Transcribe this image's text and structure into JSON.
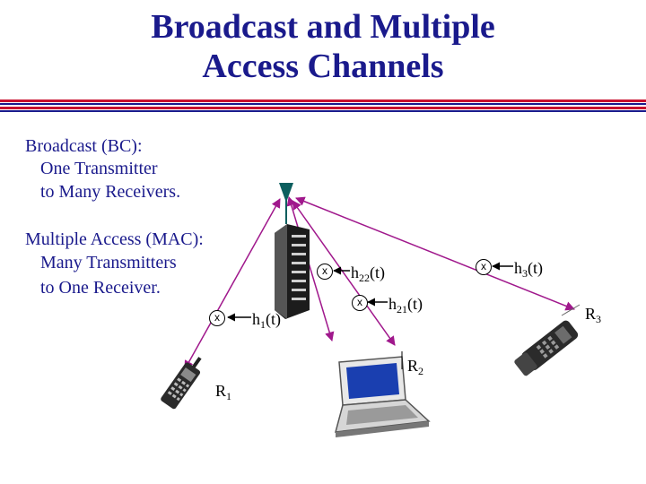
{
  "title": {
    "line1": "Broadcast and Multiple",
    "line2": "Access Channels"
  },
  "text": {
    "bc_heading": "Broadcast (BC):",
    "bc_line1": "One Transmitter",
    "bc_line2": "to Many Receivers.",
    "mac_heading": "Multiple Access (MAC):",
    "mac_line1": "Many Transmitters",
    "mac_line2": "to One Receiver."
  },
  "mixer_symbol": "x",
  "channels": {
    "h1": {
      "base": "h",
      "sub": "1",
      "suffix": "(t)"
    },
    "h22": {
      "base": "h",
      "sub": "22",
      "suffix": "(t)"
    },
    "h21": {
      "base": "h",
      "sub": "21",
      "suffix": "(t)"
    },
    "h3": {
      "base": "h",
      "sub": "3",
      "suffix": "(t)"
    }
  },
  "receivers": {
    "r1": {
      "base": "R",
      "sub": "1"
    },
    "r2": {
      "base": "R",
      "sub": "2"
    },
    "r3": {
      "base": "R",
      "sub": "3"
    }
  },
  "colors": {
    "title": "#1a1a8c",
    "link": "#a0188c",
    "rule_red": "#c8102e",
    "rule_blue": "#1a1a8c",
    "antenna": "#0b5e5e"
  },
  "icons": [
    "base-station-tower-icon",
    "handheld-radio-icon",
    "laptop-icon",
    "cell-phone-icon"
  ]
}
